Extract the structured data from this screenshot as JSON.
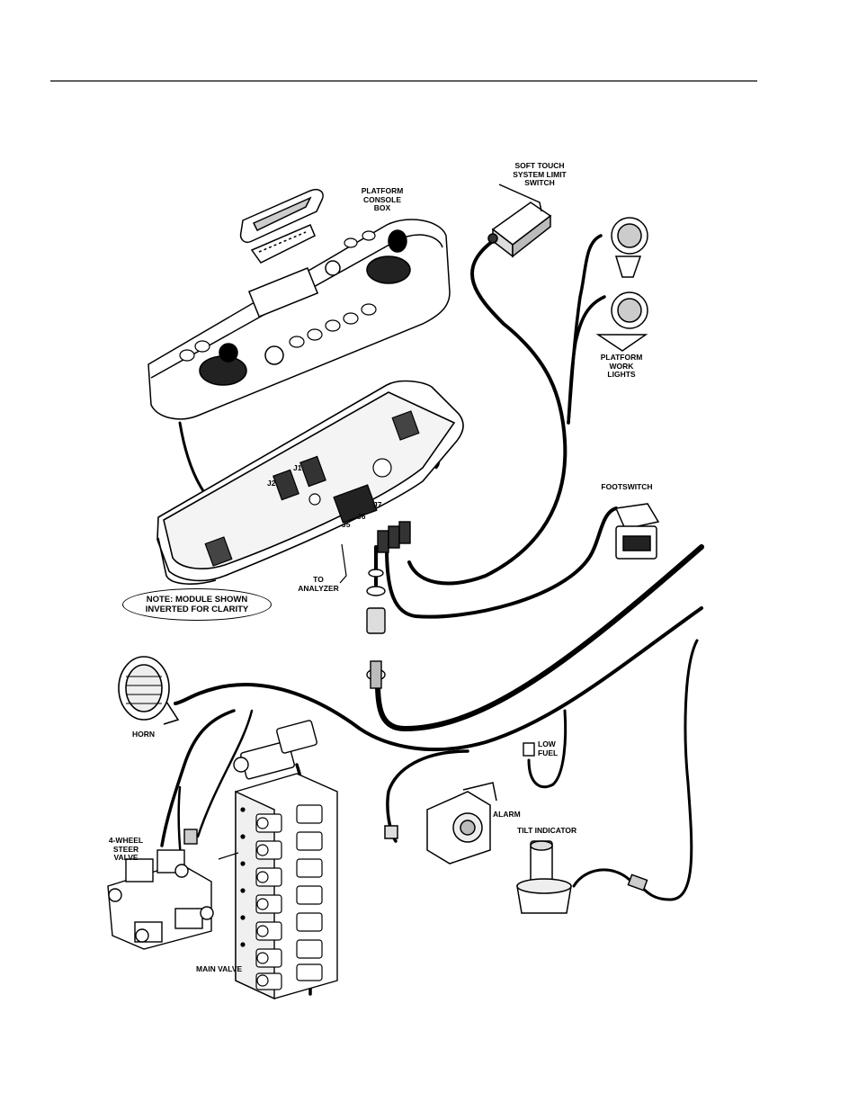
{
  "labels": {
    "soft_touch": "SOFT TOUCH\nSYSTEM LIMIT\nSWITCH",
    "console_box": "PLATFORM\nCONSOLE\nBOX",
    "work_lights": "PLATFORM\nWORK\nLIGHTS",
    "footswitch": "FOOTSWITCH",
    "to_analyzer": "TO\nANALYZER",
    "horn": "HORN",
    "low_fuel": "LOW\nFUEL",
    "alarm": "ALARM",
    "tilt_indicator": "TILT INDICATOR",
    "steer_valve": "4-WHEEL\nSTEER\nVALVE",
    "main_valve": "MAIN VALVE",
    "j1": "J1",
    "j2": "J2",
    "j5": "J5",
    "j6": "J6",
    "j7": "J7"
  },
  "note": {
    "text": "NOTE: MODULE SHOWN\nINVERTED FOR CLARITY"
  },
  "colors": {
    "ink": "#000000",
    "paper": "#ffffff",
    "shade": "#d0d0d0"
  }
}
